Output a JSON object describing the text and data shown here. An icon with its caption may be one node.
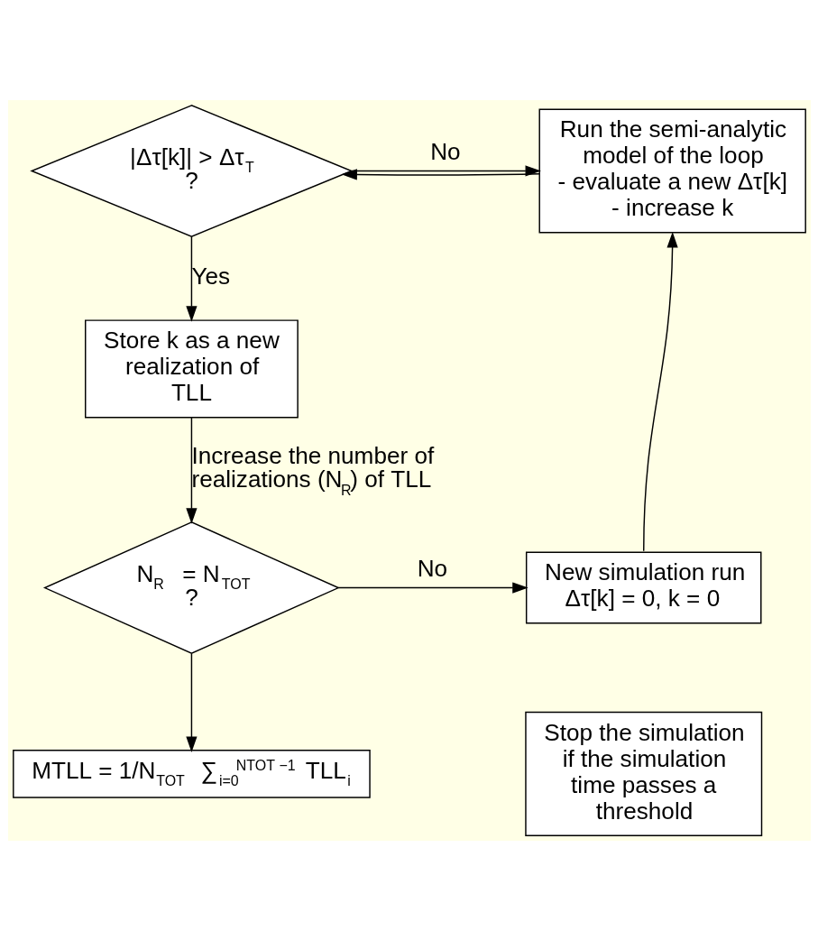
{
  "diagram": {
    "nodes": [
      {
        "text": [
          "|Δτ[k]| > Δτ$_{T}$",
          "?"
        ]
      },
      {
        "text": [
          "Run the semi-analytic model of the loop",
          "- evaluate a new Δτ[k]",
          "- increase k"
        ]
      },
      {
        "text": [
          "Store k as a new realization of TLL"
        ]
      },
      {
        "text": [
          "N$_{R}$ = N$_{TOT}$",
          "?"
        ]
      },
      {
        "text": [
          "New simulation run",
          "Δτ[k] = 0, k = 0"
        ]
      },
      {
        "text": [
          "MTLL = 1/N$_{TOT}$ ∑$_{i=0}$$^{NTOT −1}$ TLL$_{i}$"
        ]
      },
      {
        "text": [
          "Stop the simulation if the simulation time passes a threshold"
        ]
      }
    ],
    "edges": [
      {
        "from": 1,
        "to": 0,
        "arrow": "to"
      },
      {
        "from": 0,
        "to": 1,
        "arrow": "to",
        "label": "No"
      },
      {
        "from": 0,
        "to": 2,
        "arrow": "to",
        "label": "Yes"
      },
      {
        "from": 2,
        "to": 3,
        "arrow": "to",
        "label": "Increase the number of realizations (N$_{R}$) of TLL"
      },
      {
        "from": 3,
        "to": 4,
        "arrow": "to",
        "label": "No"
      },
      {
        "from": 4,
        "to": 1,
        "arrow": "to"
      },
      {
        "from": 3,
        "to": 5,
        "arrow": "to"
      }
    ]
  }
}
